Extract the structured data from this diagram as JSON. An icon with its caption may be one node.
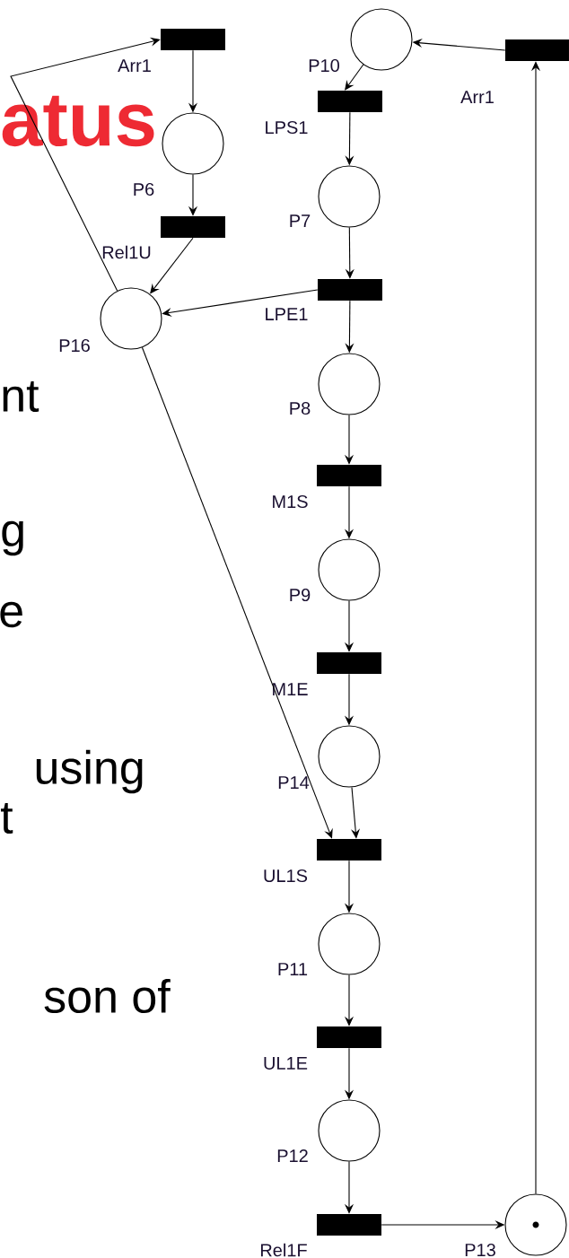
{
  "diagram": {
    "nodes": [
      {
        "text": [],
        "shape": "bar",
        "beside": [
          "Arr1"
        ]
      },
      {
        "text": [],
        "shape": "circle",
        "beside": [
          "P10"
        ]
      },
      {
        "text": [],
        "shape": "bar",
        "beside": [
          "Arr1"
        ]
      },
      {
        "text": [],
        "shape": "bar",
        "beside": [
          "LPS1"
        ]
      },
      {
        "text": [],
        "shape": "circle",
        "beside": [
          "P6"
        ]
      },
      {
        "text": [],
        "shape": "circle",
        "beside": [
          "P7"
        ]
      },
      {
        "text": [],
        "shape": "bar",
        "beside": [
          "Rel1U"
        ]
      },
      {
        "text": [],
        "shape": "bar",
        "beside": [
          "LPE1"
        ]
      },
      {
        "text": [],
        "shape": "circle",
        "beside": [
          "P16"
        ]
      },
      {
        "text": [],
        "shape": "circle",
        "beside": [
          "P8"
        ]
      },
      {
        "text": [],
        "shape": "bar",
        "beside": [
          "M1S"
        ]
      },
      {
        "text": [],
        "shape": "circle",
        "beside": [
          "P9"
        ]
      },
      {
        "text": [],
        "shape": "bar",
        "beside": [
          "M1E"
        ]
      },
      {
        "text": [],
        "shape": "circle",
        "beside": [
          "P14"
        ]
      },
      {
        "text": [],
        "shape": "bar",
        "beside": [
          "UL1S"
        ]
      },
      {
        "text": [],
        "shape": "circle",
        "beside": [
          "P11"
        ]
      },
      {
        "text": [],
        "shape": "bar",
        "beside": [
          "UL1E"
        ]
      },
      {
        "text": [],
        "shape": "circle",
        "beside": [
          "P12"
        ]
      },
      {
        "text": [],
        "shape": "bar",
        "beside": [
          "Rel1F"
        ]
      },
      {
        "text": [],
        "shape": "circle",
        "beside": [
          "P13"
        ]
      }
    ],
    "edges": [
      {
        "from": 0,
        "to": 4,
        "arrow": "to"
      },
      {
        "from": 4,
        "to": 6,
        "arrow": "to"
      },
      {
        "from": 6,
        "to": 8,
        "arrow": "to"
      },
      {
        "from": 8,
        "to": 0,
        "arrow": "to"
      },
      {
        "from": 2,
        "to": 1,
        "arrow": "to"
      },
      {
        "from": 1,
        "to": 3,
        "arrow": "to"
      },
      {
        "from": 3,
        "to": 5,
        "arrow": "to"
      },
      {
        "from": 5,
        "to": 7,
        "arrow": "to"
      },
      {
        "from": 7,
        "to": 8,
        "arrow": "to"
      },
      {
        "from": 7,
        "to": 9,
        "arrow": "to"
      },
      {
        "from": 9,
        "to": 10,
        "arrow": "to"
      },
      {
        "from": 10,
        "to": 11,
        "arrow": "to"
      },
      {
        "from": 11,
        "to": 12,
        "arrow": "to"
      },
      {
        "from": 12,
        "to": 13,
        "arrow": "to"
      },
      {
        "from": 8,
        "to": 14,
        "arrow": "to"
      },
      {
        "from": 13,
        "to": 14,
        "arrow": "to"
      },
      {
        "from": 14,
        "to": 15,
        "arrow": "to"
      },
      {
        "from": 15,
        "to": 16,
        "arrow": "to"
      },
      {
        "from": 16,
        "to": 17,
        "arrow": "to"
      },
      {
        "from": 17,
        "to": 18,
        "arrow": "to"
      },
      {
        "from": 18,
        "to": 19,
        "arrow": "to"
      },
      {
        "from": 19,
        "to": 2,
        "arrow": "to"
      }
    ],
    "labels": [
      "atus",
      "nt",
      "g",
      "e",
      "using",
      "t",
      "son of"
    ]
  }
}
